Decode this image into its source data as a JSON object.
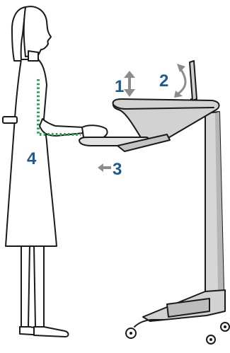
{
  "colors": {
    "number": "#1f5a8f",
    "arrow": "#8c8c8c",
    "guide": "#22a351",
    "outline": "#1a1a1a",
    "cart_fill": "#d2d2d2",
    "cart_dark": "#a8a8a8"
  },
  "callouts": [
    {
      "id": "1",
      "label": "1",
      "icon": "vertical-double-arrow-icon"
    },
    {
      "id": "2",
      "label": "2",
      "icon": "tilt-arrows-icon"
    },
    {
      "id": "3",
      "label": "3",
      "icon": "left-arrow-icon"
    },
    {
      "id": "4",
      "label": "4",
      "icon": "posture-guide-icon"
    }
  ]
}
